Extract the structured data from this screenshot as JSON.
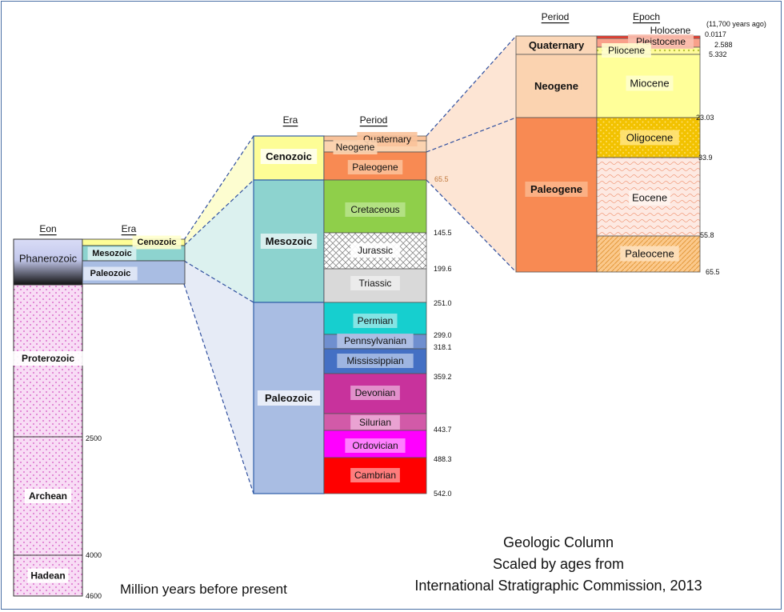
{
  "headers": {
    "eon": "Eon",
    "era_small": "Era",
    "era_mid": "Era",
    "period_mid": "Period",
    "period_right": "Period",
    "epoch_right": "Epoch"
  },
  "units_note": "Million years before present",
  "title_lines": [
    "Geologic Column",
    "Scaled by ages from",
    "International Stratigraphic Commission, 2013"
  ],
  "eons": [
    {
      "name": "Phanerozoic",
      "color": "#d9dcf6"
    },
    {
      "name": "Proterozoic",
      "color": "#f6d9f4"
    },
    {
      "name": "Archean",
      "color": "#f6d9f4"
    },
    {
      "name": "Hadean",
      "color": "#f6d9f4"
    }
  ],
  "eon_ticks": [
    "2500",
    "4000",
    "4600"
  ],
  "eras": [
    {
      "name": "Cenozoic",
      "color": "#fdfd96"
    },
    {
      "name": "Mesozoic",
      "color": "#8dd3cf"
    },
    {
      "name": "Paleozoic",
      "color": "#a9bde3"
    }
  ],
  "periods": [
    {
      "name": "Quaternary",
      "color": "#f9c29a",
      "label_bg": "#f9c29a"
    },
    {
      "name": "Neogene",
      "color": "#fbd3b0",
      "label_bg": "#fbd3b0"
    },
    {
      "name": "Paleogene",
      "color": "#f88a53",
      "label_bg": "#fbbf98"
    },
    {
      "name": "Cretaceous",
      "color": "#8fcf4a",
      "label_bg": "#b7e28a"
    },
    {
      "name": "Jurassic",
      "color": "#ffffff",
      "label_bg": "#ffffff"
    },
    {
      "name": "Triassic",
      "color": "#d9d9d9",
      "label_bg": "#ececec"
    },
    {
      "name": "Permian",
      "color": "#16cfcf",
      "label_bg": "#8fe6e6"
    },
    {
      "name": "Pennsylvanian",
      "color": "#6f8fcf",
      "label_bg": "#b2c3e6"
    },
    {
      "name": "Mississippian",
      "color": "#4470c4",
      "label_bg": "#a8bce4"
    },
    {
      "name": "Devonian",
      "color": "#c8329c",
      "label_bg": "#e49ad0"
    },
    {
      "name": "Silurian",
      "color": "#d25aa8",
      "label_bg": "#ecaad6"
    },
    {
      "name": "Ordovician",
      "color": "#ff00ff",
      "label_bg": "#ff8cff"
    },
    {
      "name": "Cambrian",
      "color": "#ff0000",
      "label_bg": "#ff8a8a"
    }
  ],
  "period_ticks": [
    "65.5",
    "145.5",
    "199.6",
    "251.0",
    "299.0",
    "318.1",
    "359.2",
    "443.7",
    "488.3",
    "542.0"
  ],
  "cenozoic_periods": [
    {
      "name": "Quaternary",
      "color": "#fbd7b8"
    },
    {
      "name": "Neogene",
      "color": "#fbd3b0"
    },
    {
      "name": "Paleogene",
      "color": "#f88a53"
    }
  ],
  "epochs": [
    {
      "name": "Holocene",
      "color": "#ff3b2b"
    },
    {
      "name": "Pleistocene",
      "color": "#f9a08a"
    },
    {
      "name": "Pliocene",
      "color": "#fffb9a"
    },
    {
      "name": "Miocene",
      "color": "#ffff99"
    },
    {
      "name": "Oligocene",
      "color": "#f2c200"
    },
    {
      "name": "Eocene",
      "color": "#fde8e0"
    },
    {
      "name": "Paleocene",
      "color": "#fbc98c"
    }
  ],
  "holocene_note": "(11,700 years ago)",
  "epoch_ticks": [
    "0.0117",
    "2.588",
    "5.332",
    "23.03",
    "33.9",
    "55.8",
    "65.5"
  ]
}
